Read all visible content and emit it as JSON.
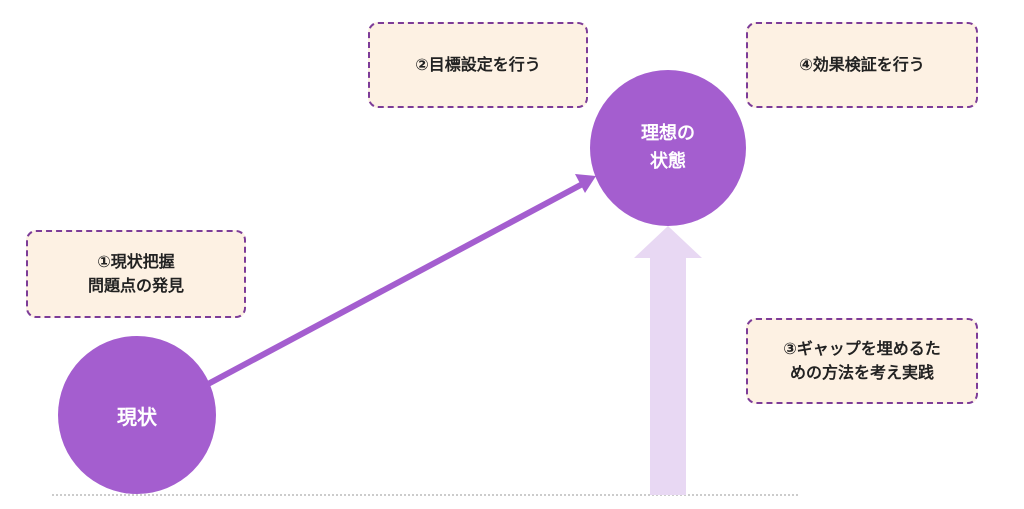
{
  "colors": {
    "circle": "#a45ecf",
    "arrow": "#a45ecf",
    "up_arrow": "#e8d8f3",
    "box_fill": "#fdf1e3",
    "box_border": "#7d3c98",
    "baseline": "#999999"
  },
  "nodes": {
    "current": {
      "label": "現状"
    },
    "ideal": {
      "line1": "理想の",
      "line2": "状態"
    }
  },
  "steps": {
    "step1": {
      "line1": "①現状把握",
      "line2": "問題点の発見"
    },
    "step2": {
      "line1": "②目標設定を行う"
    },
    "step3": {
      "line1": "③ギャップを埋めるた",
      "line2": "めの方法を考え実践"
    },
    "step4": {
      "line1": "④効果検証を行う"
    }
  }
}
